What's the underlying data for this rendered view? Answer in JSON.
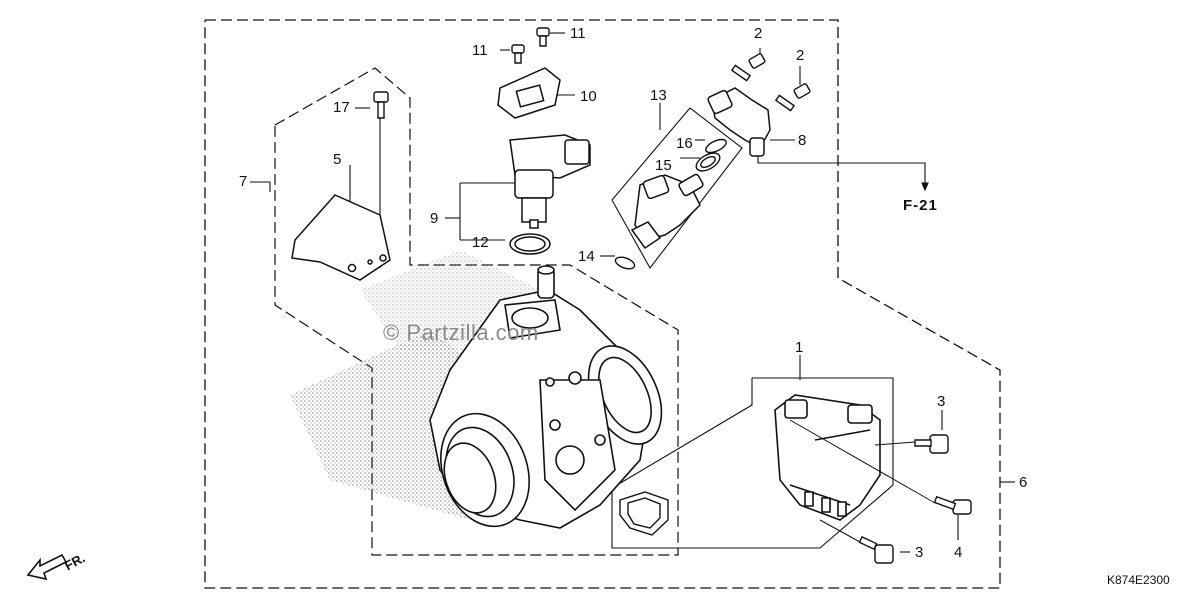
{
  "watermark": "© Partzilla.com",
  "reference_label": "F-21",
  "diagram_code": "K874E2300",
  "front_marker": "FR.",
  "callouts": {
    "c1": "1",
    "c2a": "2",
    "c2b": "2",
    "c3a": "3",
    "c3b": "3",
    "c4": "4",
    "c5": "5",
    "c6": "6",
    "c7": "7",
    "c8": "8",
    "c9": "9",
    "c10": "10",
    "c11a": "11",
    "c11b": "11",
    "c12": "12",
    "c13": "13",
    "c14": "14",
    "c15": "15",
    "c16": "16",
    "c17": "17"
  }
}
